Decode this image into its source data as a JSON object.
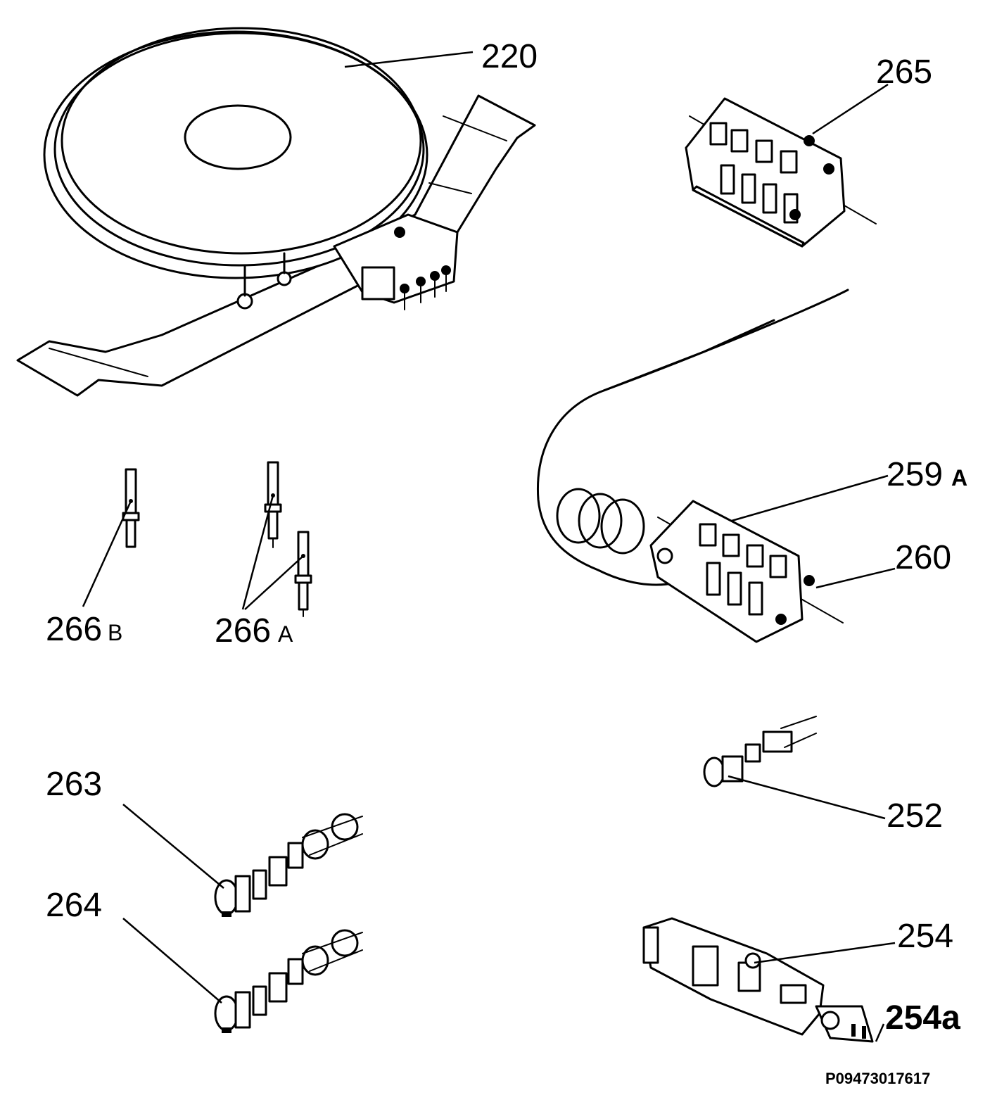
{
  "labels": {
    "l220": "220",
    "l265": "265",
    "l259": "259",
    "l259_suffix": "A",
    "l260": "260",
    "l266b": "266",
    "l266b_suffix": "B",
    "l266a": "266",
    "l266a_suffix": "A",
    "l263": "263",
    "l264": "264",
    "l252": "252",
    "l254": "254",
    "l254a": "254a"
  },
  "reference_code": "P09473017617"
}
